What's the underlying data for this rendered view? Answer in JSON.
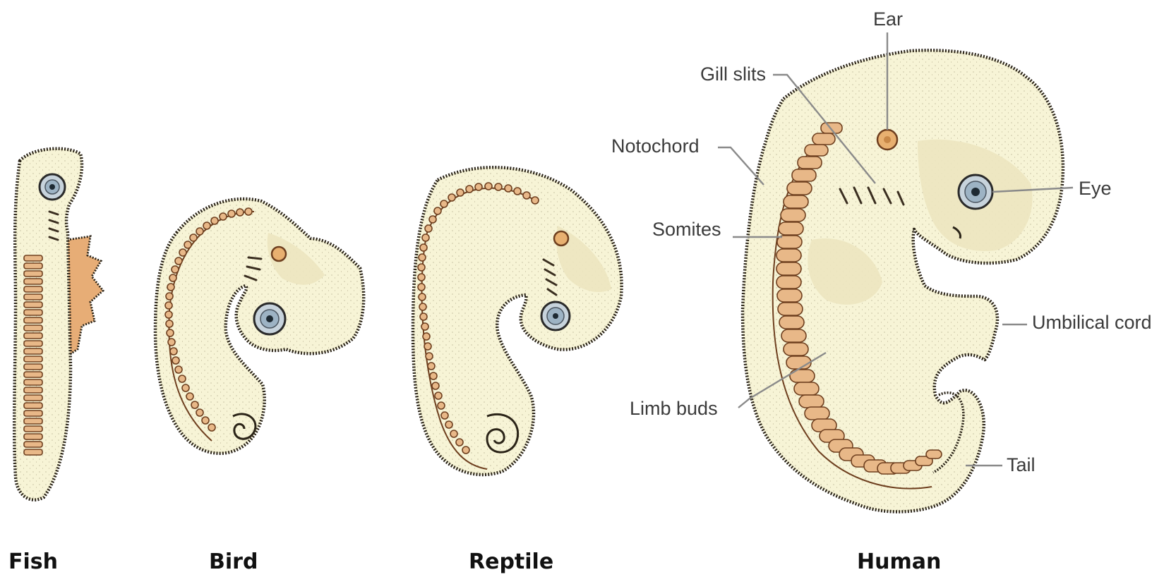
{
  "species": {
    "fish": "Fish",
    "bird": "Bird",
    "reptile": "Reptile",
    "human": "Human"
  },
  "labels": {
    "ear": "Ear",
    "gill_slits": "Gill slits",
    "notochord": "Notochord",
    "somites": "Somites",
    "eye": "Eye",
    "umbilical_cord": "Umbilical cord",
    "limb_buds": "Limb buds",
    "tail": "Tail"
  },
  "colors": {
    "embryo_fill": "#f7f4d6",
    "outline": "#2b2418",
    "somite": "#e8b888",
    "fin": "#e7ad76",
    "eye": "#c7d3dc",
    "leader_line": "#8a8a8a"
  }
}
